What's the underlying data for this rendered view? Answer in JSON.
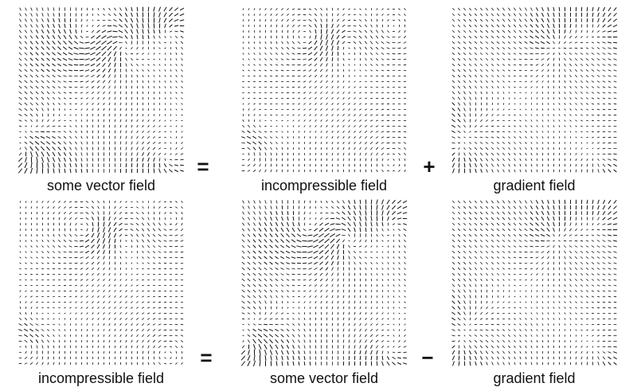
{
  "rows": [
    {
      "panels": [
        {
          "label": "some vector field",
          "kind": "some"
        },
        {
          "label": "incompressible field",
          "kind": "incomp"
        },
        {
          "label": "gradient field",
          "kind": "grad"
        }
      ],
      "operators": [
        "=",
        "+"
      ]
    },
    {
      "panels": [
        {
          "label": "incompressible field",
          "kind": "incomp"
        },
        {
          "label": "some vector field",
          "kind": "some"
        },
        {
          "label": "gradient field",
          "kind": "grad"
        }
      ],
      "operators": [
        "=",
        "−"
      ]
    }
  ],
  "colors": {
    "stroke": "#111111",
    "background": "#ffffff"
  }
}
